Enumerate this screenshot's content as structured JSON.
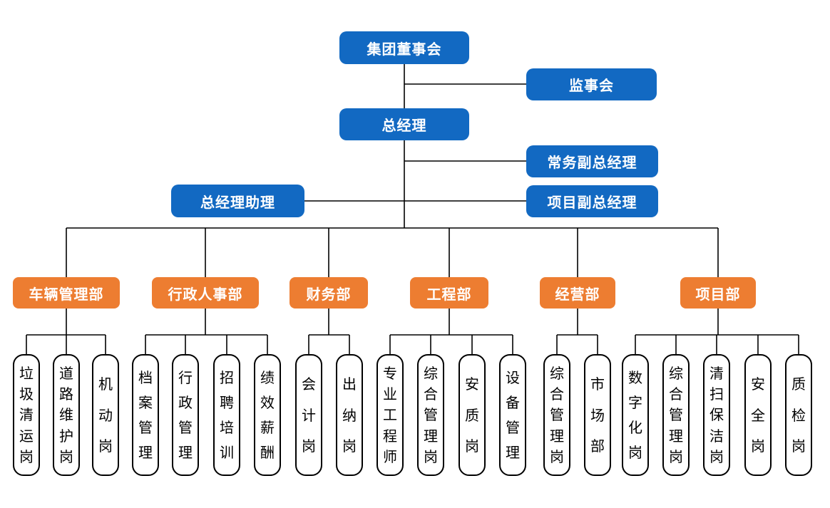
{
  "colors": {
    "executive_box": "#1269C2",
    "department_box": "#ED7D31",
    "post_box_border": "#000000",
    "line": "#000000"
  },
  "nodes": {
    "board": "集团董事会",
    "supervisory": "监事会",
    "general_manager": "总经理",
    "executive_deputy_gm": "常务副总经理",
    "gm_assistant": "总经理助理",
    "project_deputy_gm": "项目副总经理"
  },
  "departments": [
    {
      "label": "车辆管理部",
      "posts": [
        "垃圾清运岗",
        "道路维护岗",
        "机动岗"
      ]
    },
    {
      "label": "行政人事部",
      "posts": [
        "档案管理",
        "行政管理",
        "招聘培训",
        "绩效薪酬"
      ]
    },
    {
      "label": "财务部",
      "posts": [
        "会计岗",
        "出纳岗"
      ]
    },
    {
      "label": "工程部",
      "posts": [
        "专业工程师",
        "综合管理岗",
        "安质岗",
        "设备管理"
      ]
    },
    {
      "label": "经营部",
      "posts": [
        "综合管理岗",
        "市场部"
      ]
    },
    {
      "label": "项目部",
      "posts": [
        "数字化岗",
        "综合管理岗",
        "清扫保洁岗",
        "安全岗",
        "质检岗"
      ]
    }
  ]
}
